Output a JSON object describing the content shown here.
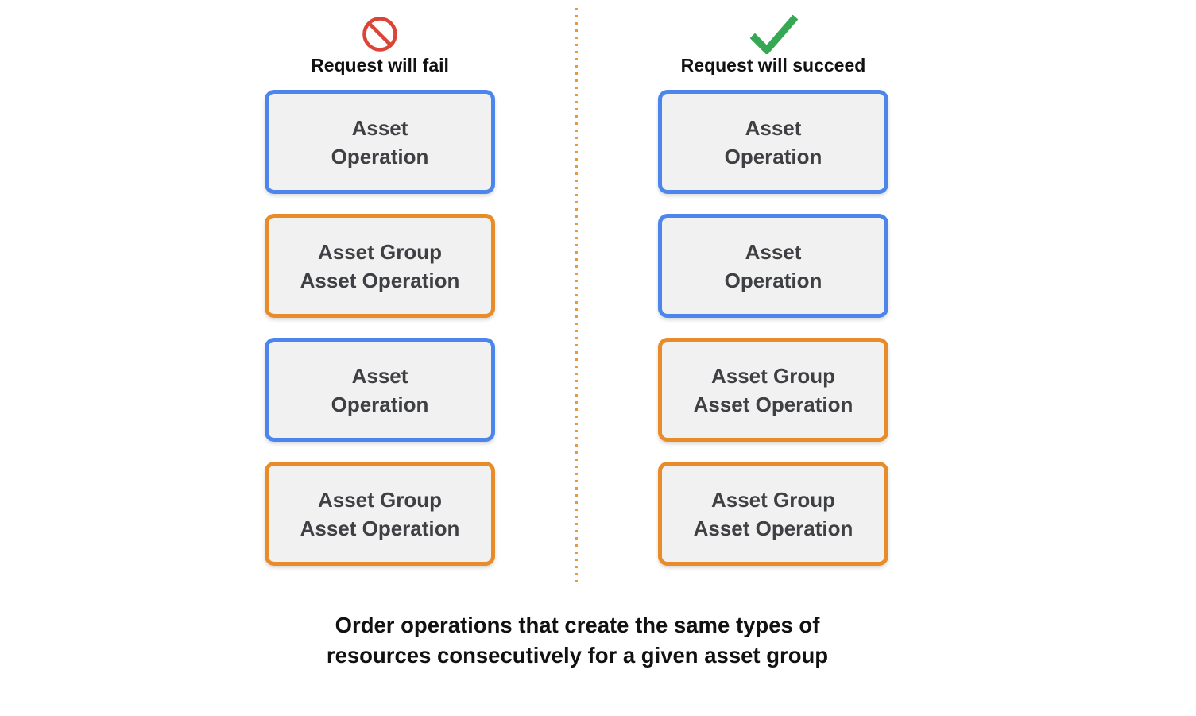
{
  "diagram": {
    "fail_column": {
      "icon": "no-entry-icon",
      "title": "Request will fail",
      "boxes": [
        {
          "line1": "Asset",
          "line2": "Operation",
          "variant": "blue"
        },
        {
          "line1": "Asset Group",
          "line2": "Asset Operation",
          "variant": "orange"
        },
        {
          "line1": "Asset",
          "line2": "Operation",
          "variant": "blue"
        },
        {
          "line1": "Asset Group",
          "line2": "Asset Operation",
          "variant": "orange"
        }
      ]
    },
    "succeed_column": {
      "icon": "checkmark-icon",
      "title": "Request will succeed",
      "boxes": [
        {
          "line1": "Asset",
          "line2": "Operation",
          "variant": "blue"
        },
        {
          "line1": "Asset",
          "line2": "Operation",
          "variant": "blue"
        },
        {
          "line1": "Asset Group",
          "line2": "Asset Operation",
          "variant": "orange"
        },
        {
          "line1": "Asset Group",
          "line2": "Asset Operation",
          "variant": "orange"
        }
      ]
    },
    "caption": {
      "line1": "Order operations that create the same types of",
      "line2": "resources consecutively for a given asset group"
    },
    "colors": {
      "blue_border": "#4c86ec",
      "orange_border": "#e78c28",
      "box_fill": "#f1f1f2",
      "box_text": "#3f4043",
      "fail_red": "#db4437",
      "success_green": "#34a853",
      "divider_orange": "#e59a3e",
      "heading_text": "#111111"
    }
  }
}
